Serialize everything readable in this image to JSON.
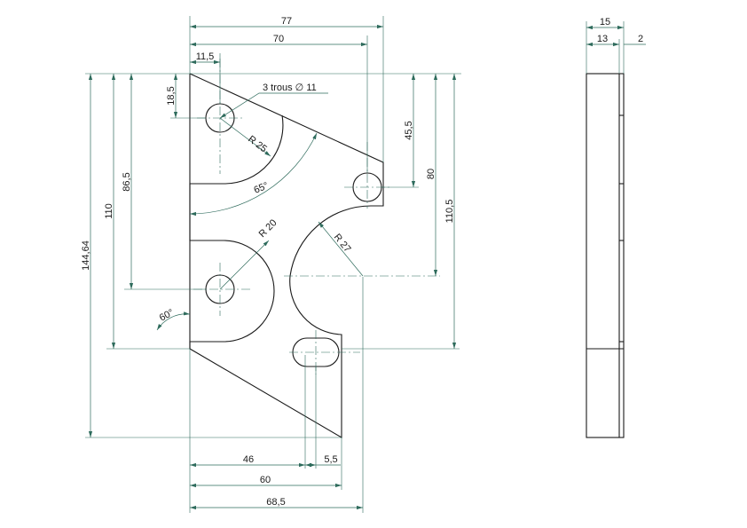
{
  "front_view": {
    "hole_note": "3 trous ∅ 11",
    "dims": {
      "width_total": "77",
      "width_70": "70",
      "hole_offset_x": "11,5",
      "hole_offset_y": "18,5",
      "height_86_5": "86,5",
      "height_110": "110",
      "height_total": "144,64",
      "right_45_5": "45,5",
      "right_80": "80",
      "right_110_5": "110,5",
      "bottom_46": "46",
      "bottom_5_5": "5,5",
      "bottom_60": "60",
      "bottom_68_5": "68,5"
    },
    "radii": {
      "r25": "R 25",
      "r20": "R 20",
      "r27": "R 27"
    },
    "angles": {
      "a65": "65°",
      "a60": "60°"
    }
  },
  "side_view": {
    "dims": {
      "thickness_total": "15",
      "thickness_13": "13",
      "step_2": "2"
    }
  }
}
